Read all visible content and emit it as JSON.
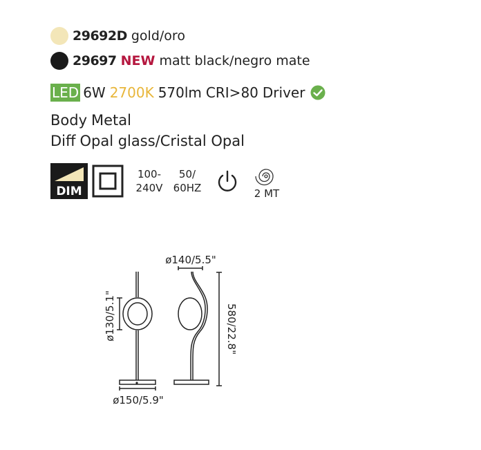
{
  "variants": [
    {
      "code": "29692D",
      "badge": "",
      "description": "gold/oro",
      "swatch": "#f3e6b8"
    },
    {
      "code": "29697",
      "badge": "NEW",
      "description": "matt black/negro mate",
      "swatch": "#1a1a1a"
    }
  ],
  "specs": {
    "led": "LED",
    "power": "6W",
    "kelvin": "2700K",
    "lumen": "570lm",
    "cri": "CRI>80",
    "driver": "Driver"
  },
  "properties": [
    {
      "key": "Body",
      "value": "Metal"
    },
    {
      "key": "Diff",
      "value": "Opal glass/Cristal Opal"
    }
  ],
  "icons": {
    "dim_label": "DIM",
    "voltage_line1": "100-",
    "voltage_line2": "240V",
    "freq_line1": "50/",
    "freq_line2": "60HZ",
    "cable_label": "2 MT"
  },
  "dimensions": {
    "front_diameter": "ø130/5.1\"",
    "base_diameter": "ø150/5.9\"",
    "top_diameter": "ø140/5.5\"",
    "height": "580/22.8\""
  },
  "colors": {
    "led_green": "#6ab04c",
    "kelvin_yellow": "#e8b63a",
    "new_red": "#b5173f"
  }
}
